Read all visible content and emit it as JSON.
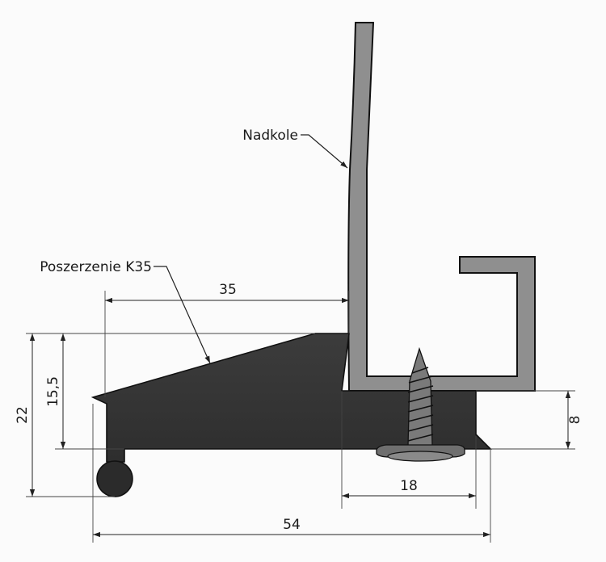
{
  "labels": {
    "nadkole": "Nadkole",
    "poszerzenie": "Poszerzenie K35"
  },
  "dimensions": {
    "d35": "35",
    "d15_5": "15,5",
    "d22": "22",
    "d8": "8",
    "d18": "18",
    "d54": "54"
  },
  "colors": {
    "profile_fill": "#363636",
    "fender_fill": "#8f8f8f",
    "screw_fill": "#777777",
    "outline": "#111111"
  }
}
